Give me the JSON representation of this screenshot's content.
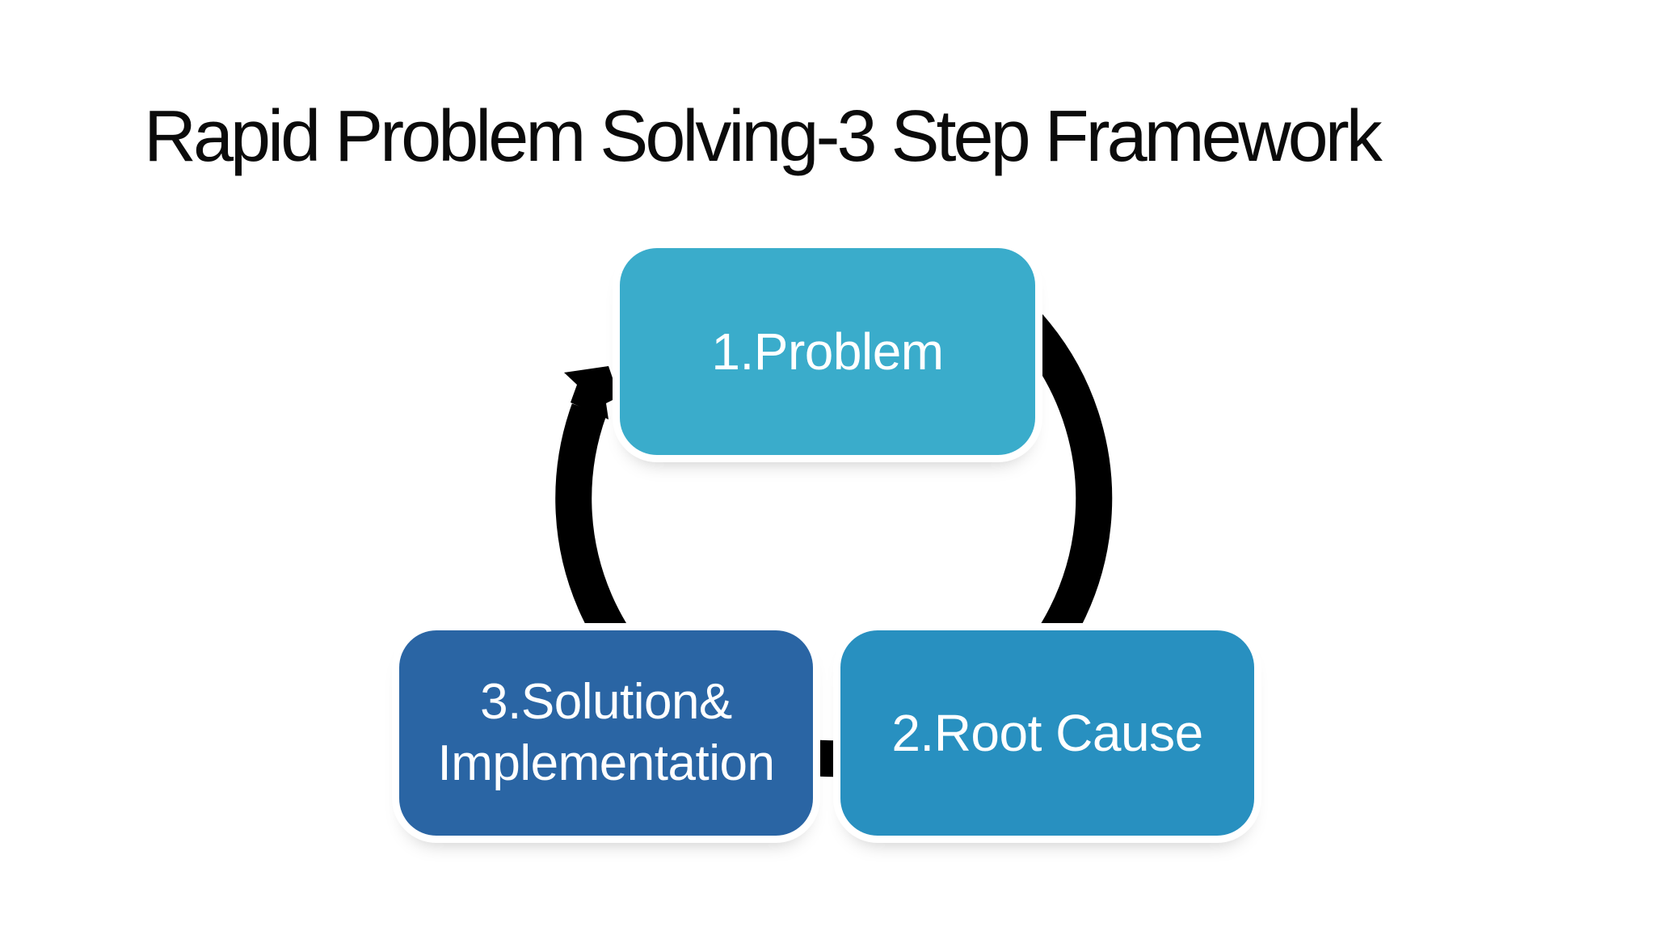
{
  "slide": {
    "title": "Rapid Problem Solving-3 Step Framework",
    "title_color": "#0b0b0b",
    "background_color": "#ffffff",
    "diagram": {
      "type": "cycle",
      "flow": "clockwise",
      "arrow_color": "#000000",
      "text_color": "#ffffff",
      "steps": [
        {
          "label": "1.Problem",
          "lines": [
            "1.Problem"
          ],
          "fill_color": "#3aaccb",
          "position": "top"
        },
        {
          "label": "2.Root Cause",
          "lines": [
            "2.Root Cause"
          ],
          "fill_color": "#2890c0",
          "position": "bottom-right"
        },
        {
          "label": "3.Solution& Implementation",
          "lines": [
            "3.Solution&",
            "Implementation"
          ],
          "fill_color": "#2a65a4",
          "position": "bottom-left"
        }
      ]
    }
  }
}
